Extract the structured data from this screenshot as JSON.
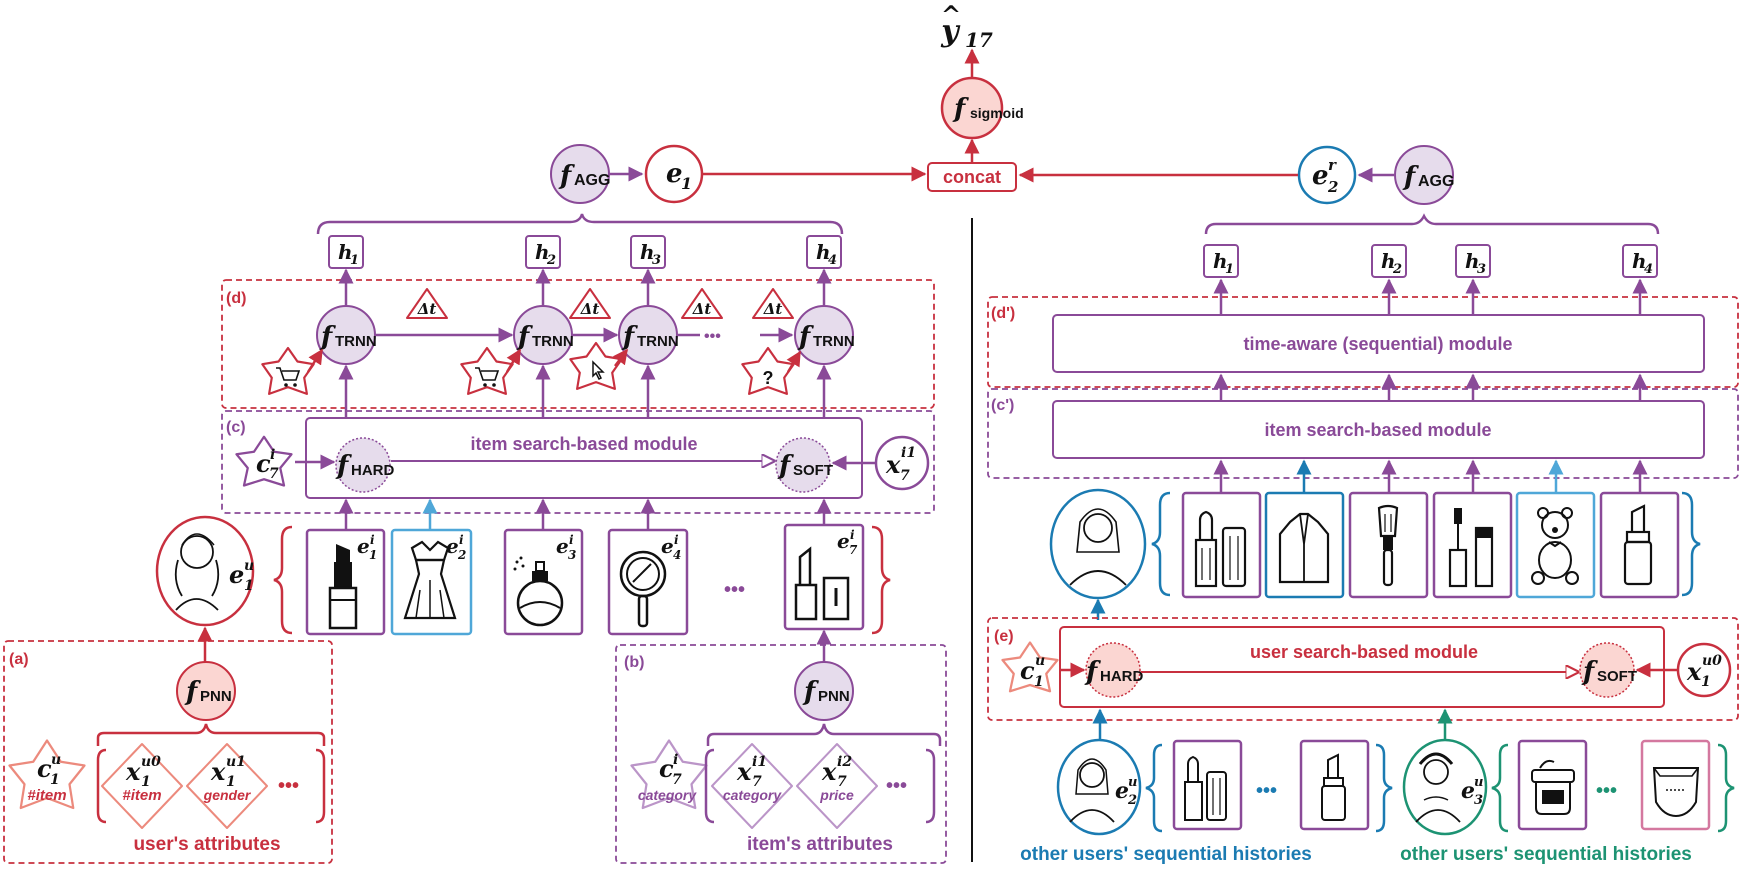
{
  "output": {
    "y": "y",
    "hat": "^",
    "sub": "17"
  },
  "sigmoid": {
    "f": "f",
    "sub": "sigmoid"
  },
  "concat": "concat",
  "agg_sub": "AGG",
  "trnn_sub": "TRNN",
  "hard_sub": "HARD",
  "soft_sub": "SOFT",
  "pnn_sub": "PNN",
  "delta_t": "Δt",
  "question": "?",
  "ellipsis": "•••",
  "left": {
    "e1": {
      "base": "e",
      "sub": "1"
    },
    "hidden": [
      "h1",
      "h2",
      "h3",
      "h4"
    ],
    "panel_d": "(d)",
    "panel_c": "(c)",
    "panel_a": "(a)",
    "panel_b": "(b)",
    "item_module": "item search-based module",
    "c7i": {
      "base": "c",
      "sup": "i",
      "sub": "7"
    },
    "x7i1": {
      "base": "x",
      "sup": "i1",
      "sub": "7"
    },
    "user_emb": {
      "base": "e",
      "sup": "u",
      "sub": "1"
    },
    "items": [
      {
        "base": "e",
        "sup": "i",
        "sub": "1"
      },
      {
        "base": "e",
        "sup": "i",
        "sub": "2"
      },
      {
        "base": "e",
        "sup": "i",
        "sub": "3"
      },
      {
        "base": "e",
        "sup": "i",
        "sub": "4"
      },
      {
        "base": "e",
        "sup": "i",
        "sub": "7"
      }
    ],
    "user_attrs": {
      "c": {
        "base": "c",
        "sup": "u",
        "sub": "1",
        "label": "#item"
      },
      "x0": {
        "base": "x",
        "sup": "u0",
        "sub": "1",
        "label": "#item"
      },
      "x1": {
        "base": "x",
        "sup": "u1",
        "sub": "1",
        "label": "gender"
      },
      "caption": "user's attributes"
    },
    "item_attrs": {
      "c": {
        "base": "c",
        "sup": "i",
        "sub": "7",
        "label": "category"
      },
      "x1": {
        "base": "x",
        "sup": "i1",
        "sub": "7",
        "label": "category"
      },
      "x2": {
        "base": "x",
        "sup": "i2",
        "sub": "7",
        "label": "price"
      },
      "caption": "item's attributes"
    }
  },
  "right": {
    "e2r": {
      "base": "e",
      "sup": "r",
      "sub": "2"
    },
    "hidden": [
      "h1",
      "h2",
      "h3",
      "h4"
    ],
    "panel_d": "(d')",
    "panel_c": "(c')",
    "panel_e": "(e)",
    "time_module": "time-aware (sequential) module",
    "item_module": "item search-based module",
    "user_module": "user search-based module",
    "c1u": {
      "base": "c",
      "sup": "u",
      "sub": "1"
    },
    "x1u0": {
      "base": "x",
      "sup": "u0",
      "sub": "1"
    },
    "e2u": {
      "base": "e",
      "sup": "u",
      "sub": "2"
    },
    "e3u": {
      "base": "e",
      "sup": "u",
      "sub": "3"
    },
    "caption1": "other users' sequential histories",
    "caption2": "other users' sequential histories"
  },
  "colors": {
    "red": "#c8303f",
    "purple": "#8a4a98",
    "blue": "#1b7bb2",
    "lightblue": "#4fa7d8",
    "green": "#1d9373",
    "pink": "#d4789f",
    "fill_purple": "#e6dcec",
    "fill_red": "#fbd6d2",
    "salmon": "#ec8a7d",
    "lilac": "#bb95c8"
  }
}
